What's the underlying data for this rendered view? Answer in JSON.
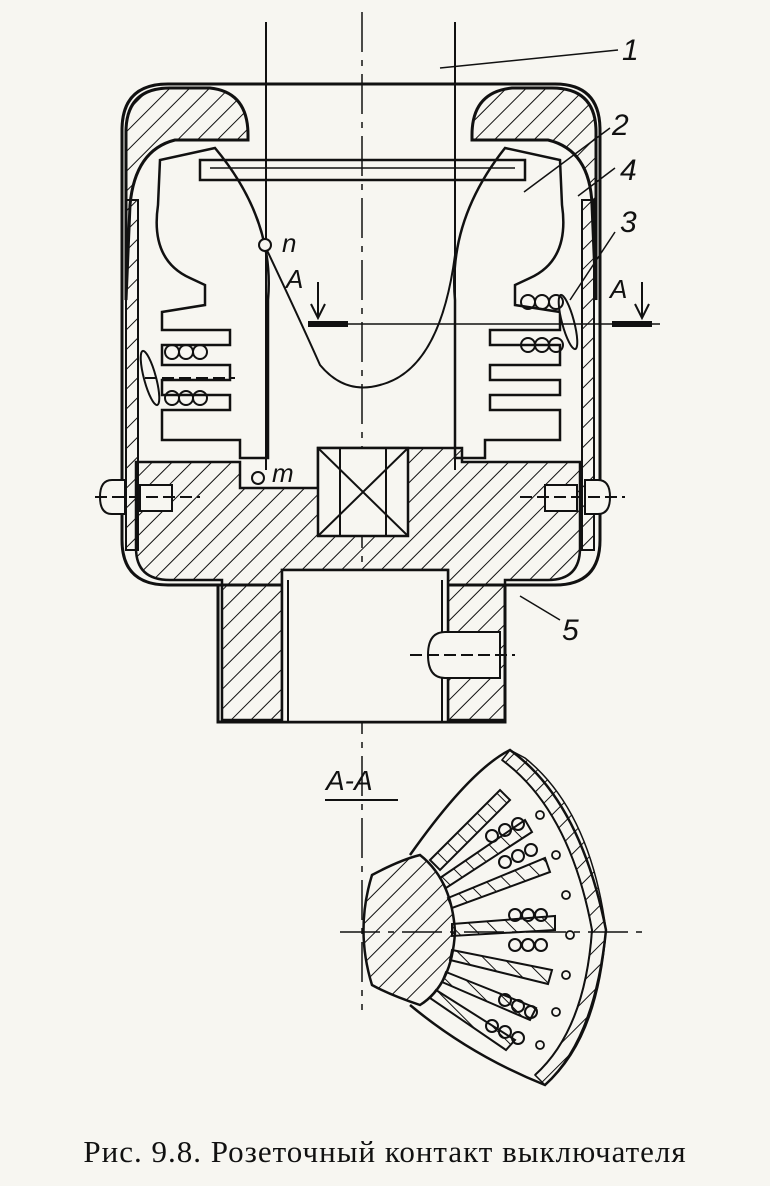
{
  "figure": {
    "caption": "Рис. 9.8. Розеточный контакт выключателя",
    "callouts": [
      "1",
      "2",
      "3",
      "4",
      "5"
    ],
    "points": {
      "n": "n",
      "m": "m"
    },
    "section_marks": {
      "left": "A",
      "right": "A"
    },
    "section_title": "A-A"
  }
}
